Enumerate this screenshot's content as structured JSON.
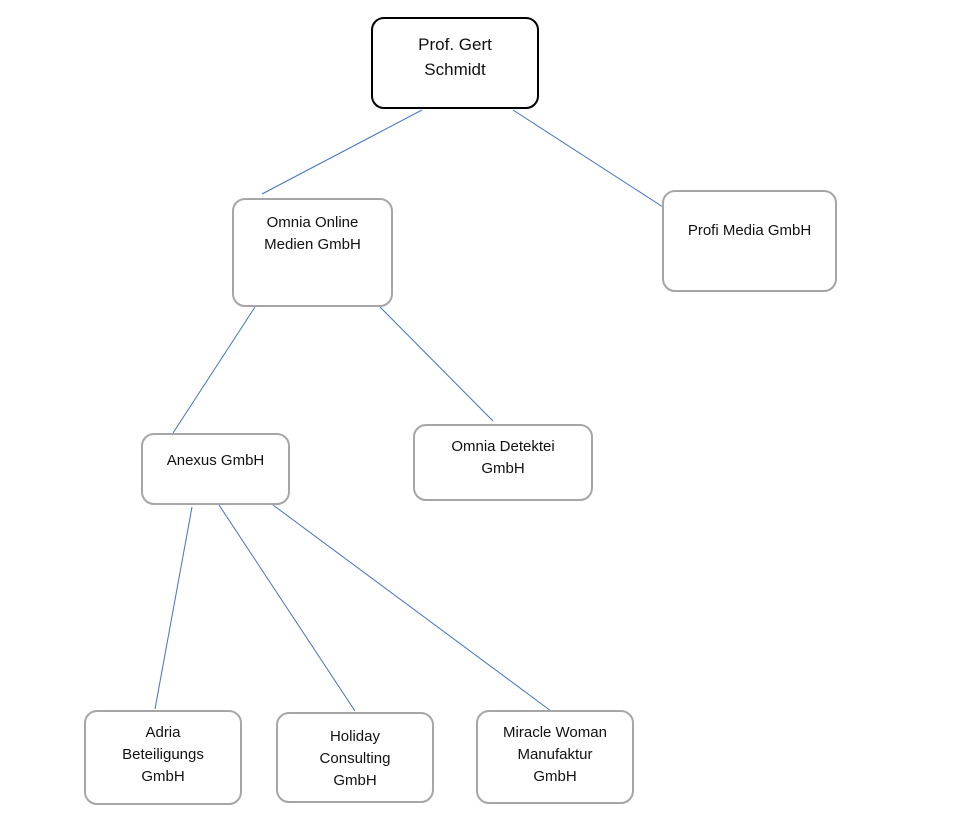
{
  "diagram": {
    "type": "organization-chart",
    "line_color": "#4472c4",
    "root": {
      "label": "Prof. Gert\nSchmidt"
    },
    "level1": {
      "omnia_online": "Omnia Online\nMedien GmbH",
      "profi_media": "Profi Media GmbH"
    },
    "level2": {
      "anexus": "Anexus GmbH",
      "omnia_detektei": "Omnia Detektei\nGmbH"
    },
    "level3": {
      "adria": "Adria\nBeteiligungs\nGmbH",
      "holiday": "Holiday\nConsulting\nGmbH",
      "miracle": "Miracle Woman\nManufaktur\nGmbH"
    },
    "edges": [
      [
        "Prof. Gert Schmidt",
        "Omnia Online Medien GmbH"
      ],
      [
        "Prof. Gert Schmidt",
        "Profi Media GmbH"
      ],
      [
        "Omnia Online Medien GmbH",
        "Anexus GmbH"
      ],
      [
        "Omnia Online Medien GmbH",
        "Omnia Detektei GmbH"
      ],
      [
        "Anexus GmbH",
        "Adria Beteiligungs GmbH"
      ],
      [
        "Anexus GmbH",
        "Holiday Consulting GmbH"
      ],
      [
        "Anexus GmbH",
        "Miracle Woman Manufaktur GmbH"
      ]
    ]
  }
}
